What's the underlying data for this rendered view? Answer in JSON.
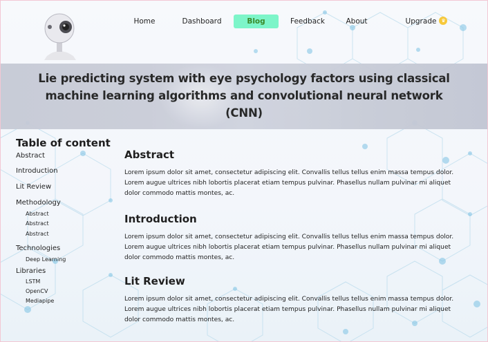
{
  "nav": {
    "home": "Home",
    "dashboard": "Dashboard",
    "blog": "Blog",
    "feedback": "Feedback",
    "about": "About",
    "upgrade": "Upgrade"
  },
  "title": "Lie predicting system with eye psychology factors using classical machine learning algorithms and convolutional neural network (CNN)",
  "toc": {
    "heading": "Table of content",
    "items": {
      "abstract": "Abstract",
      "introduction": "Introduction",
      "lit_review": "Lit Review",
      "methodology": "Methodology",
      "methodology_sub_1": "Abstract",
      "methodology_sub_2": "Abstract",
      "methodology_sub_3": "Abstract",
      "technologies": "Technologies",
      "technologies_sub_1": "Deep Learning",
      "libraries": "Libraries",
      "libraries_sub_1": "LSTM",
      "libraries_sub_2": "OpenCV",
      "libraries_sub_3": "Mediapipe"
    }
  },
  "sections": [
    {
      "title": "Abstract",
      "text": "Lorem ipsum dolor sit amet, consectetur adipiscing elit. Convallis tellus tellus enim massa tempus dolor. Lorem augue ultrices nibh lobortis placerat etiam tempus pulvinar. Phasellus nullam pulvinar mi aliquet dolor commodo mattis montes, ac."
    },
    {
      "title": "Introduction",
      "text": "Lorem ipsum dolor sit amet, consectetur adipiscing elit. Convallis tellus tellus enim massa tempus dolor. Lorem augue ultrices nibh lobortis placerat etiam tempus pulvinar. Phasellus nullam pulvinar mi aliquet dolor commodo mattis montes, ac."
    },
    {
      "title": "Lit Review",
      "text": "Lorem ipsum dolor sit amet, consectetur adipiscing elit. Convallis tellus tellus enim massa tempus dolor. Lorem augue ultrices nibh lobortis placerat etiam tempus pulvinar. Phasellus nullam pulvinar mi aliquet dolor commodo mattis montes, ac."
    }
  ],
  "icons": {
    "logo": "webcam-robot-icon",
    "upgrade": "crown-icon"
  },
  "colors": {
    "active_nav_bg": "#7df5c9",
    "active_nav_text": "#3b8a2a",
    "title_band": "#c9ccd8",
    "upgrade_badge": "#f7c93b"
  }
}
